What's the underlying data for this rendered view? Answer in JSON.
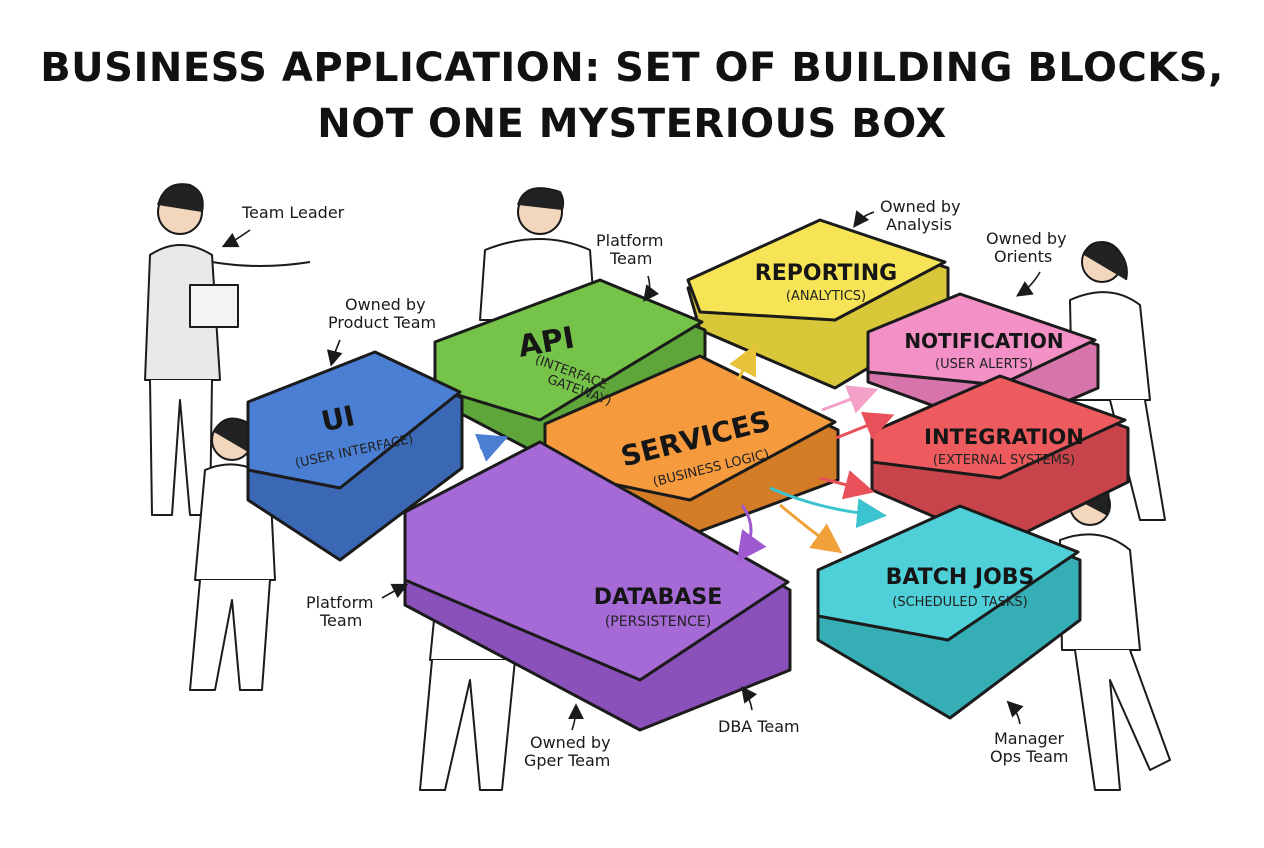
{
  "title": {
    "line1": "BUSINESS APPLICATION: SET OF BUILDING BLOCKS,",
    "line2": "NOT ONE MYSTERIOUS BOX"
  },
  "blocks": {
    "ui": {
      "name": "UI",
      "sub": "(USER INTERFACE)",
      "color": "#4a7fd3"
    },
    "api": {
      "name": "API",
      "sub1": "(INTERFACE",
      "sub2": "GATEWAY)",
      "color": "#76c34a"
    },
    "services": {
      "name": "SERVICES",
      "sub": "(BUSINESS LOGIC)",
      "color": "#f59a3d"
    },
    "database": {
      "name": "DATABASE",
      "sub": "(PERSISTENCE)",
      "color": "#a66ad6"
    },
    "reporting": {
      "name": "REPORTING",
      "sub": "(ANALYTICS)",
      "color": "#f6e456"
    },
    "notification": {
      "name": "NOTIFICATION",
      "sub": "(USER ALERTS)",
      "color": "#f391c7"
    },
    "integration": {
      "name": "INTEGRATION",
      "sub": "(EXTERNAL SYSTEMS)",
      "color": "#ee5b5f"
    },
    "batch": {
      "name": "BATCH JOBS",
      "sub": "(SCHEDULED TASKS)",
      "color": "#4fd0d8"
    }
  },
  "annotations": {
    "team_leader": "Team Leader",
    "owned_product_1": "Owned by",
    "owned_product_2": "Product Team",
    "platform_top_1": "Platform",
    "platform_top_2": "Team",
    "owned_analysis_1": "Owned by",
    "owned_analysis_2": "Analysis",
    "owned_orients_1": "Owned by",
    "owned_orients_2": "Orients",
    "platform_left_1": "Platform",
    "platform_left_2": "Team",
    "owned_gper_1": "Owned by",
    "owned_gper_2": "Gper Team",
    "dba_team": "DBA Team",
    "manager_ops_1": "Manager",
    "manager_ops_2": "Ops Team"
  },
  "arrow_colors": [
    "#4a7fd3",
    "#f3a1c8",
    "#e9515a",
    "#3cc3d0",
    "#f0a13a",
    "#a05ad0",
    "#e9c23a"
  ]
}
